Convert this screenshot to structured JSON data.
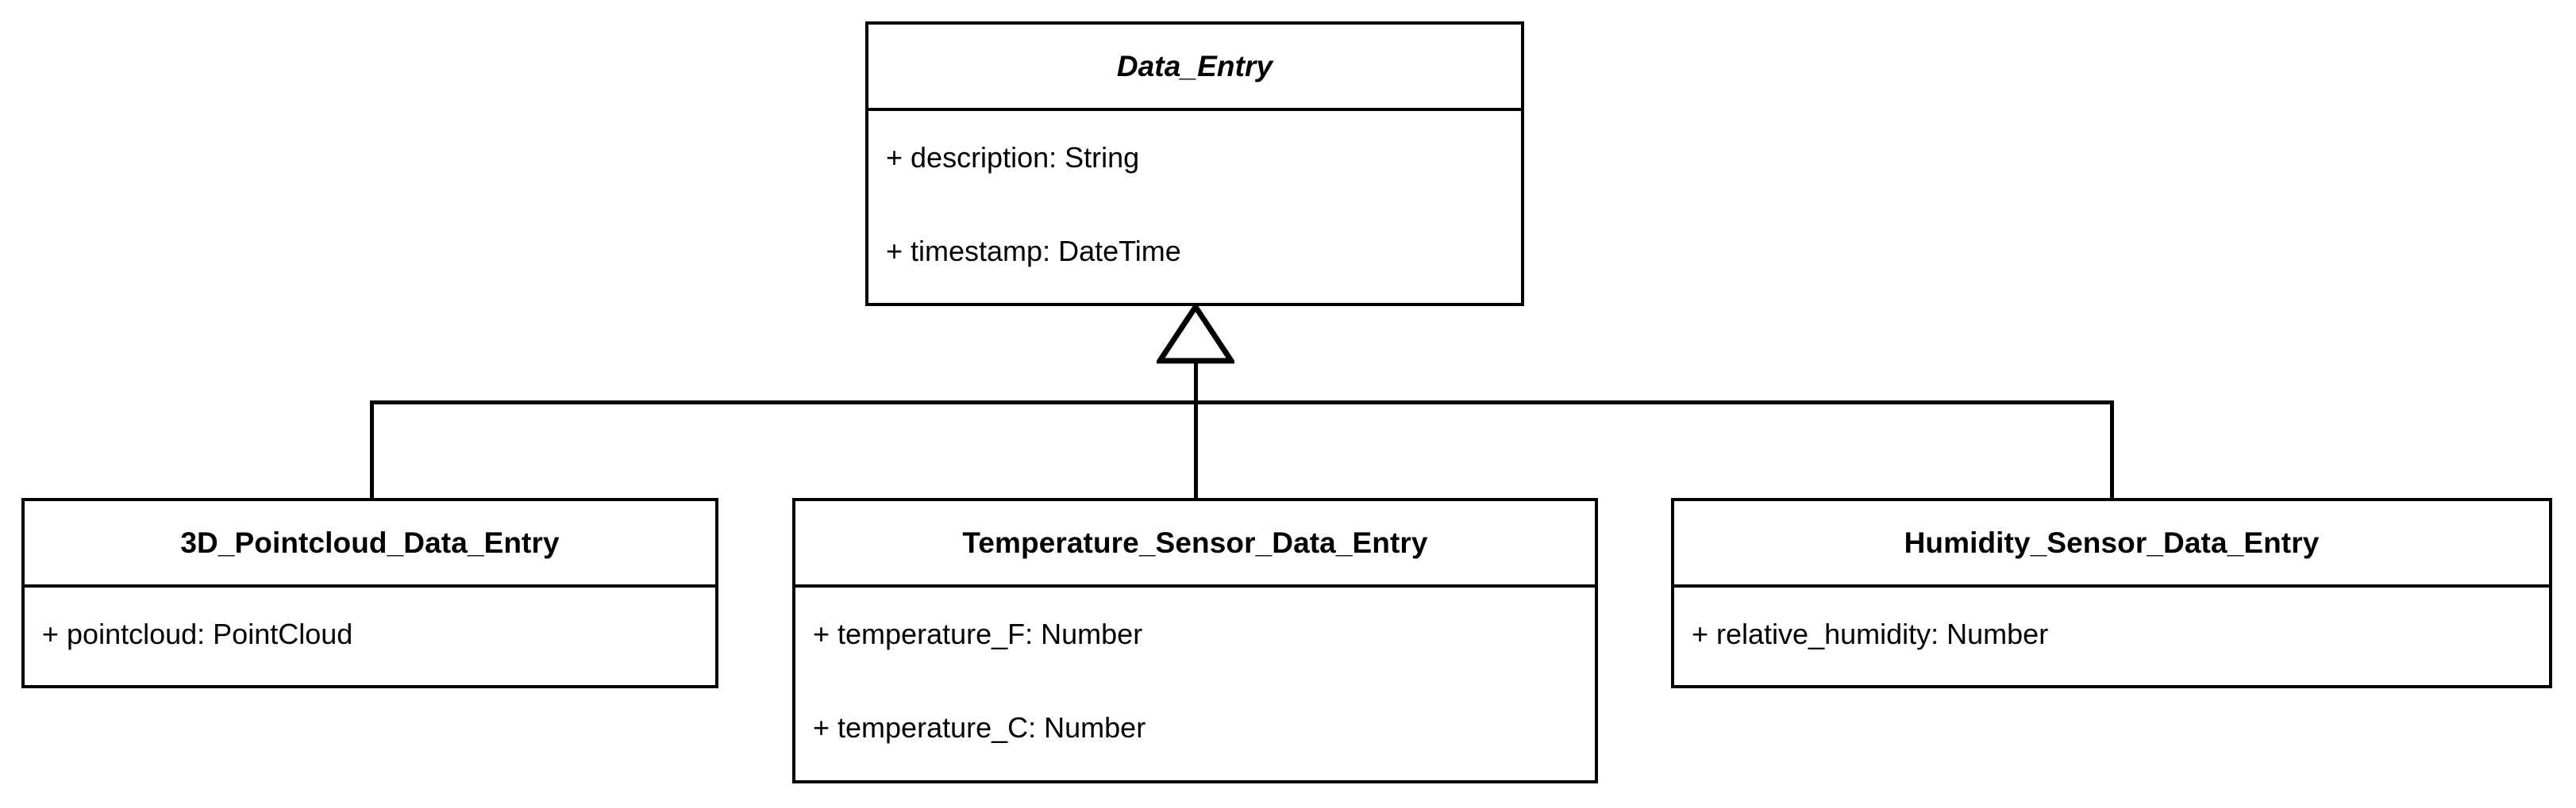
{
  "diagram": {
    "type": "uml-class-diagram",
    "relationship": "generalization",
    "background_color": "#ffffff",
    "line_color": "#000000",
    "text_color": "#000000"
  },
  "parent_class": {
    "name": "Data_Entry",
    "is_abstract": true,
    "attributes": [
      "+ description: String",
      "+ timestamp: DateTime"
    ]
  },
  "child_classes": [
    {
      "name": "3D_Pointcloud_Data_Entry",
      "is_abstract": false,
      "attributes": [
        "+ pointcloud: PointCloud"
      ]
    },
    {
      "name": "Temperature_Sensor_Data_Entry",
      "is_abstract": false,
      "attributes": [
        "+ temperature_F: Number",
        "+ temperature_C: Number"
      ]
    },
    {
      "name": "Humidity_Sensor_Data_Entry",
      "is_abstract": false,
      "attributes": [
        "+ relative_humidity: Number"
      ]
    }
  ]
}
